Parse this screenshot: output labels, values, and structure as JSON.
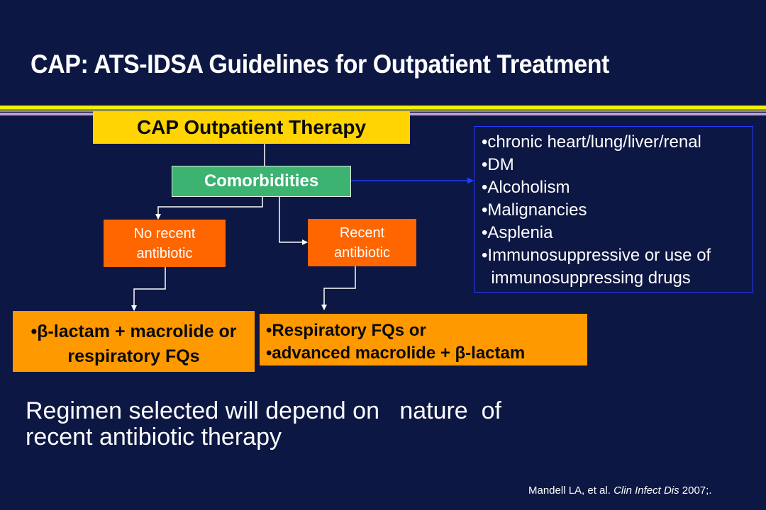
{
  "slide": {
    "title": "CAP: ATS-IDSA Guidelines for Outpatient Treatment"
  },
  "flowchart": {
    "root": "CAP Outpatient Therapy",
    "decision": "Comorbidities",
    "branches": [
      {
        "label_line1": "No recent",
        "label_line2": "antibiotic",
        "regimen_line1": "•β-lactam + macrolide or",
        "regimen_line2": "respiratory FQs"
      },
      {
        "label_line1": "Recent",
        "label_line2": "antibiotic",
        "regimen_line1": "•Respiratory FQs or",
        "regimen_line2": "•advanced macrolide + β-lactam"
      }
    ],
    "comorbidities": [
      "•chronic heart/lung/liver/renal",
      "•DM",
      "•Alcoholism",
      "•Malignancies",
      "•Asplenia",
      "•Immunosuppressive or use of",
      "  immunosuppressing drugs"
    ]
  },
  "conclusion": "Regimen selected will depend on   nature  of\nrecent antibiotic therapy",
  "citation": {
    "authors": "Mandell LA, et al. ",
    "journal": "Clin Infect Dis",
    "year": " 2007;."
  },
  "colors": {
    "background": "#0d1743",
    "root_box": "#ffd400",
    "decision_box": "#3cb371",
    "branch_box": "#ff6600",
    "regimen_box": "#ff9900",
    "connector": "#ffffff",
    "comorbidity_arrow": "#1f3cff"
  }
}
